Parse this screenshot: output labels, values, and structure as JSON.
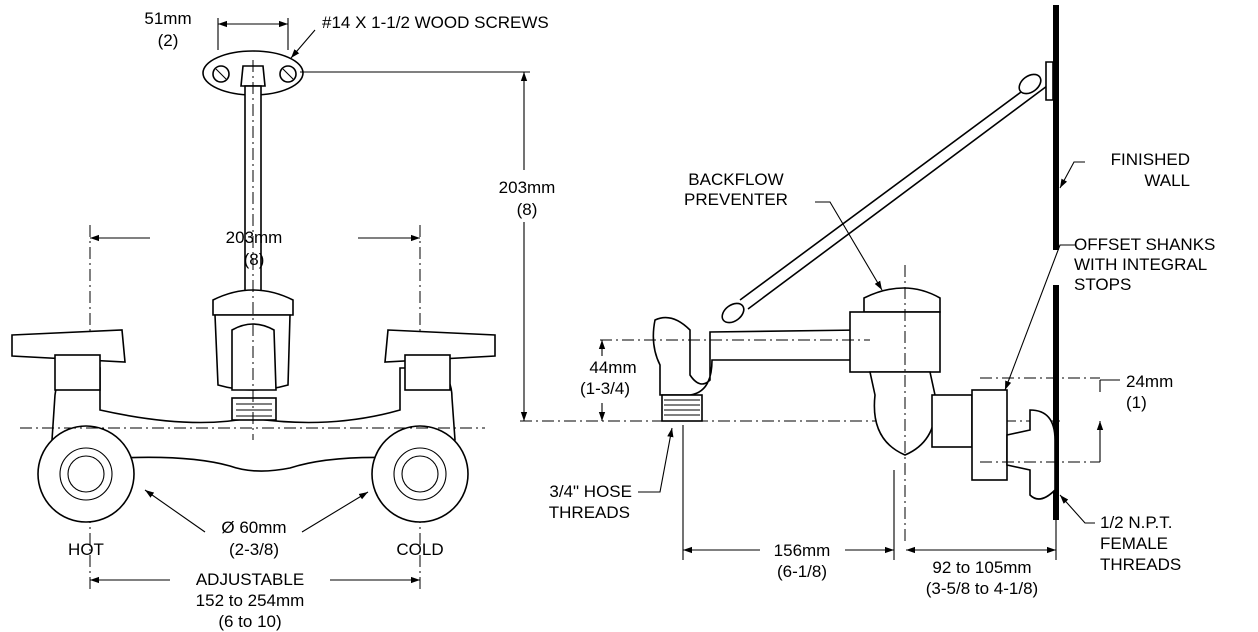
{
  "labels": {
    "dim_51_mm": "51mm",
    "dim_51_in": "(2)",
    "wood_screws": "#14 X 1-1/2 WOOD SCREWS",
    "dim_203_h_mm": "203mm",
    "dim_203_h_in": "(8)",
    "dim_203_v_mm": "203mm",
    "dim_203_v_in": "(8)",
    "backflow_1": "BACKFLOW",
    "backflow_2": "PREVENTER",
    "finished_1": "FINISHED",
    "finished_2": "WALL",
    "offset_1": "OFFSET SHANKS",
    "offset_2": "WITH INTEGRAL",
    "offset_3": "STOPS",
    "dim_44_mm": "44mm",
    "dim_44_in": "(1-3/4)",
    "dim_24_mm": "24mm",
    "dim_24_in": "(1)",
    "hose_1": "3/4\" HOSE",
    "hose_2": "THREADS",
    "dia_60_mm": "Ø 60mm",
    "dia_60_in": "(2-3/8)",
    "hot": "HOT",
    "cold": "COLD",
    "adjustable": "ADJUSTABLE",
    "adj_mm": "152 to 254mm",
    "adj_in": "(6 to 10)",
    "dim_156_mm": "156mm",
    "dim_156_in": "(6-1/8)",
    "dim_92_mm": "92 to 105mm",
    "dim_92_in": "(3-5/8 to 4-1/8)",
    "npt_1": "1/2 N.P.T.",
    "npt_2": "FEMALE",
    "npt_3": "THREADS"
  }
}
